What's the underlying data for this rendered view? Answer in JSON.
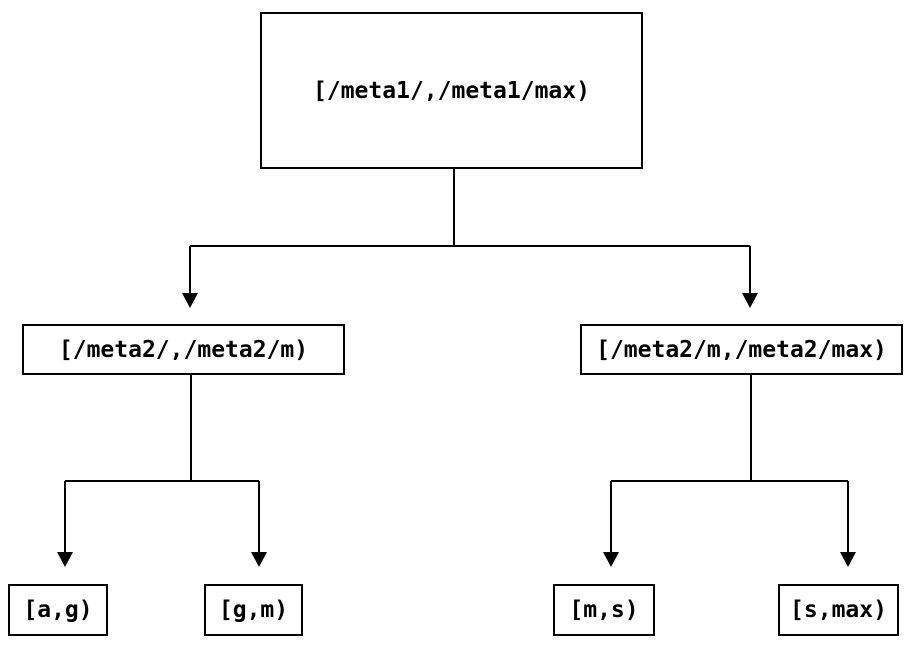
{
  "diagram": {
    "type": "tree",
    "root": {
      "label": "[/meta1/,/meta1/max)"
    },
    "children": [
      {
        "label": "[/meta2/,/meta2/m)"
      },
      {
        "label": "[/meta2/m,/meta2/max)"
      }
    ],
    "leaves": [
      {
        "label": "[a,g)"
      },
      {
        "label": "[g,m)"
      },
      {
        "label": "[m,s)"
      },
      {
        "label": "[s,max)"
      }
    ],
    "edges": [
      {
        "from": "[/meta1/,/meta1/max)",
        "to": "[/meta2/,/meta2/m)"
      },
      {
        "from": "[/meta1/,/meta1/max)",
        "to": "[/meta2/m,/meta2/max)"
      },
      {
        "from": "[/meta2/,/meta2/m)",
        "to": "[a,g)"
      },
      {
        "from": "[/meta2/,/meta2/m)",
        "to": "[g,m)"
      },
      {
        "from": "[/meta2/m,/meta2/max)",
        "to": "[m,s)"
      },
      {
        "from": "[/meta2/m,/meta2/max)",
        "to": "[s,max)"
      }
    ],
    "colors": {
      "background": "#ffffff",
      "line": "#000000",
      "box_border": "#000000",
      "text": "#000000"
    }
  }
}
